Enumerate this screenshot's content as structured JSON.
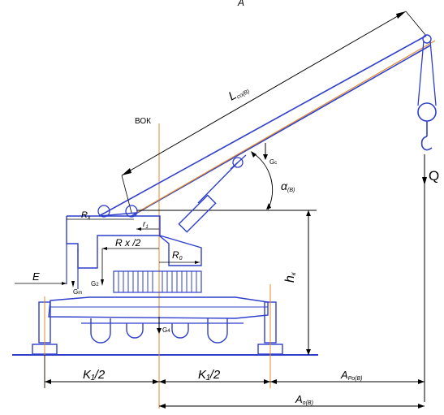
{
  "diagram": {
    "top_label": "A",
    "axis_label": "ВОК",
    "boom_length": {
      "main": "L",
      "sub": "co(B)"
    },
    "angle": {
      "main": "α",
      "sub": "(B)"
    },
    "load": "Q",
    "boom_weight": "G",
    "boom_weight_sub": "c",
    "rx": {
      "main": "R",
      "sub": "x"
    },
    "r1": {
      "main": "r",
      "sub": "1"
    },
    "rx_half": "R x /2",
    "r0": {
      "main": "R",
      "sub": "0"
    },
    "hk": {
      "main": "h",
      "sub": "к"
    },
    "e1": "E",
    "g2": {
      "main": "G",
      "sub": "2"
    },
    "gm": {
      "main": "G",
      "sub": "m"
    },
    "g4": {
      "main": "G",
      "sub": "4"
    },
    "k_half_left": "K₁/2",
    "k_half_right": "K₁/2",
    "a_ro": {
      "main": "A",
      "sub": "Ро(В)"
    },
    "a_o": {
      "main": "A",
      "sub": "о(В)"
    }
  },
  "colors": {
    "blue": "#2f3fcc",
    "orange": "#e08a2a",
    "black": "#000000"
  }
}
